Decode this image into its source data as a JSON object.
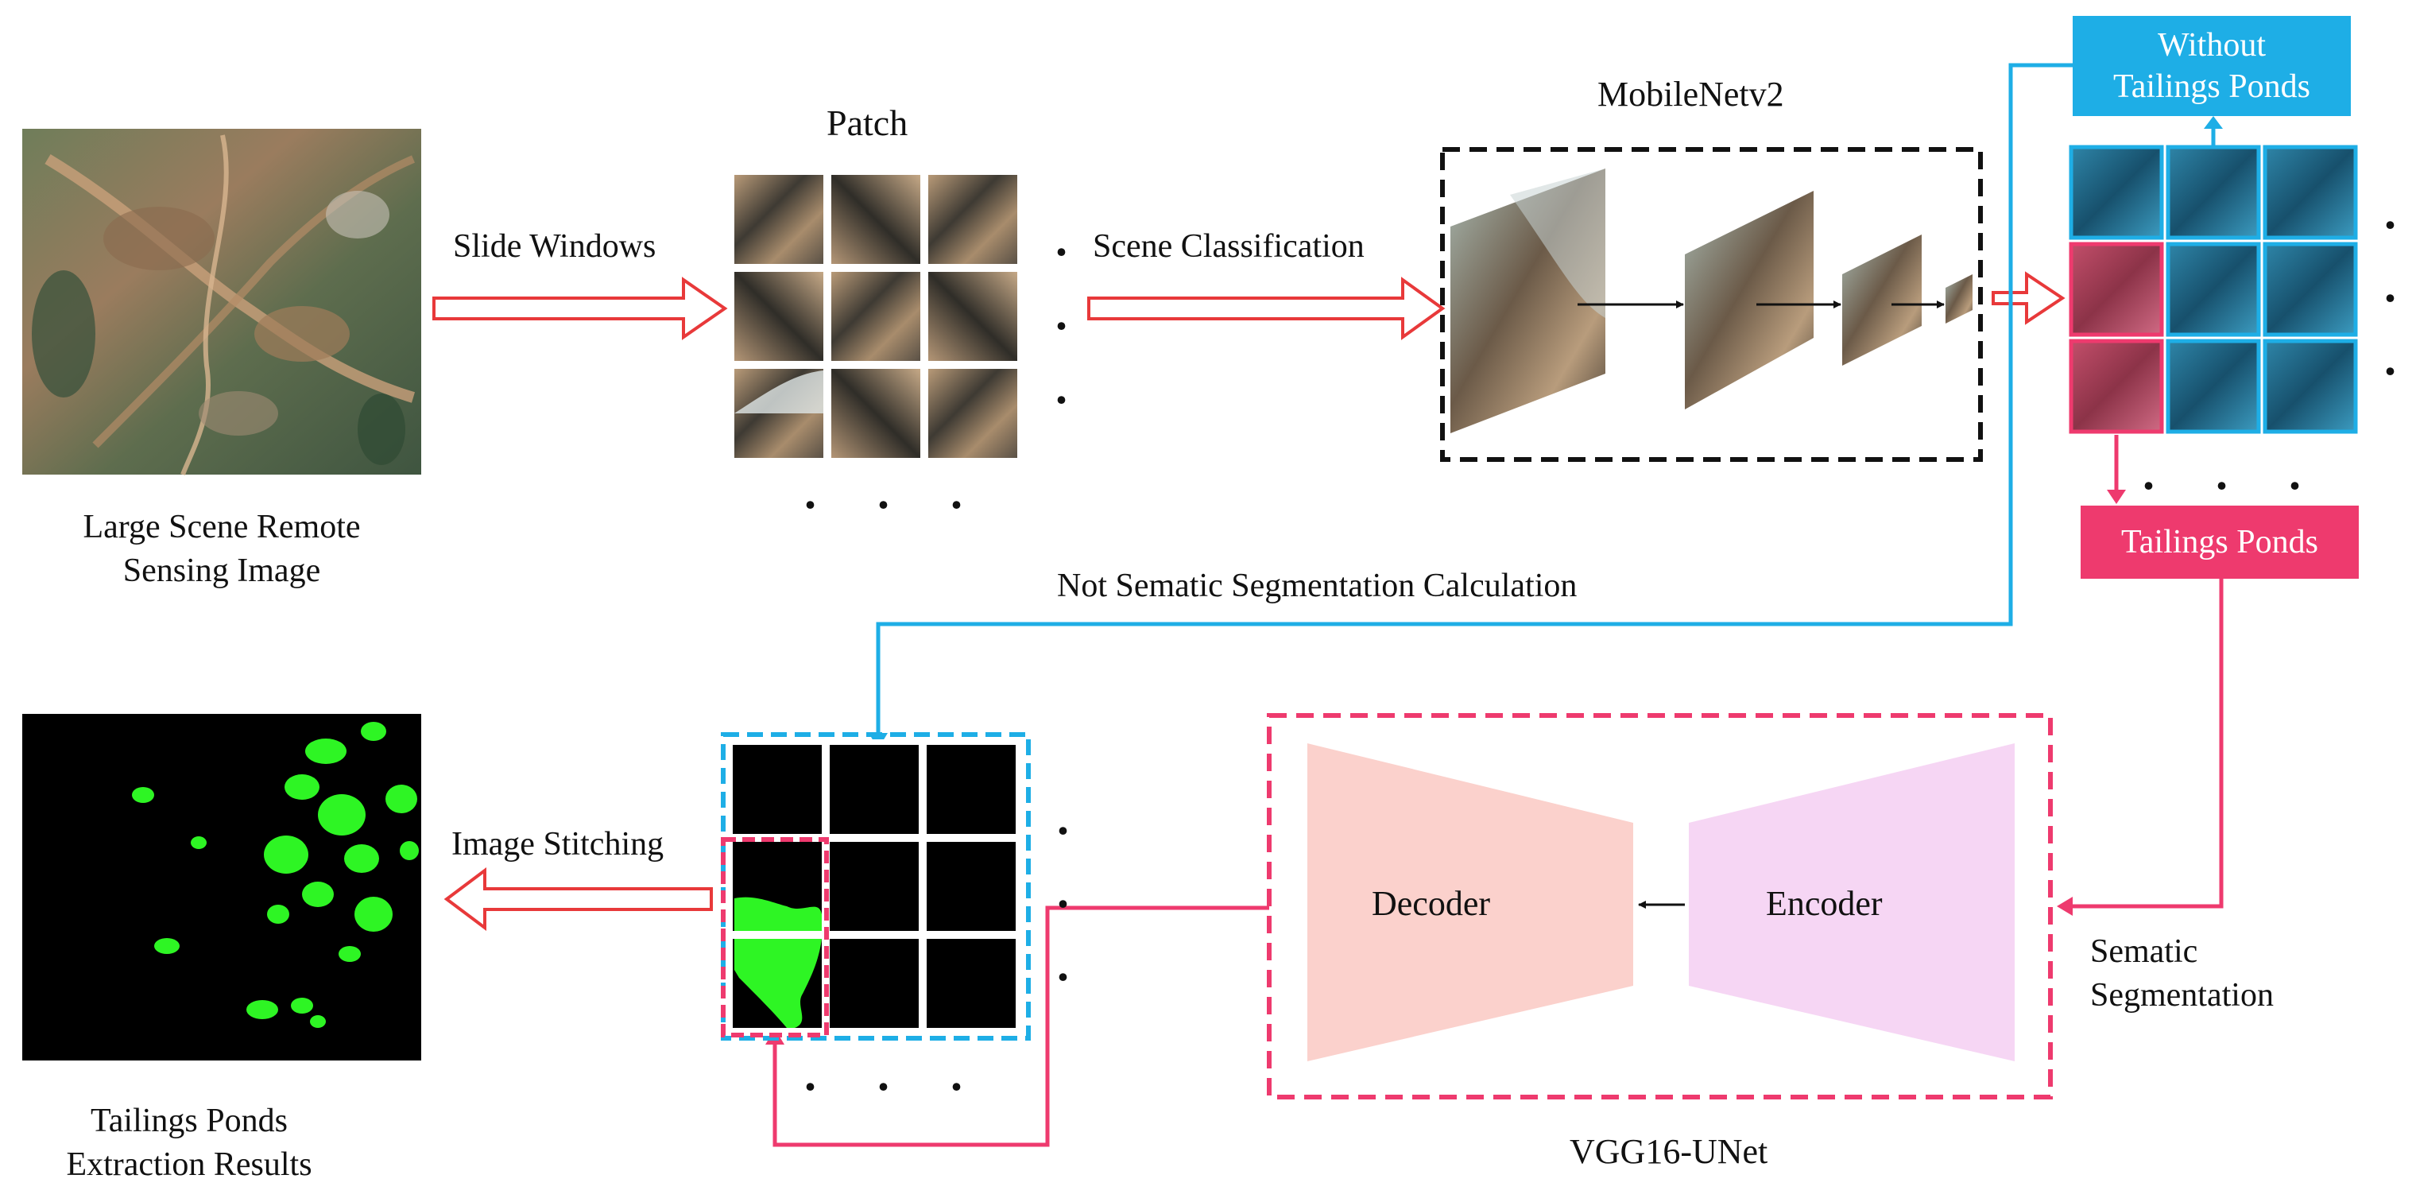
{
  "diagram": {
    "title_patch": "Patch",
    "title_mobilenet": "MobileNetv2",
    "title_vgg": "VGG16-UNet",
    "input_label_line1": "Large Scene Remote",
    "input_label_line2": "Sensing Image",
    "output_label_line1": "Tailings  Ponds",
    "output_label_line2": "Extraction Results",
    "arrow_slide": "Slide Windows",
    "arrow_scene": "Scene Classification",
    "arrow_not_seg": "Not Sematic Segmentation Calculation",
    "arrow_stitch": "Image Stitching",
    "seg_label_line1": "Sematic",
    "seg_label_line2": "Segmentation",
    "without_line1": "Without",
    "without_line2": "Tailings Ponds",
    "tailings_box": "Tailings Ponds",
    "decoder": "Decoder",
    "encoder": "Encoder",
    "ellipsis_dot": ".",
    "colors": {
      "blue": "#1eaee6",
      "pink": "#ee3a6e",
      "red_arrow": "#e8393a",
      "decoder_fill": "#fbd1cc",
      "encoder_fill": "#f6d6f4",
      "green_mask": "#2ef524"
    }
  }
}
